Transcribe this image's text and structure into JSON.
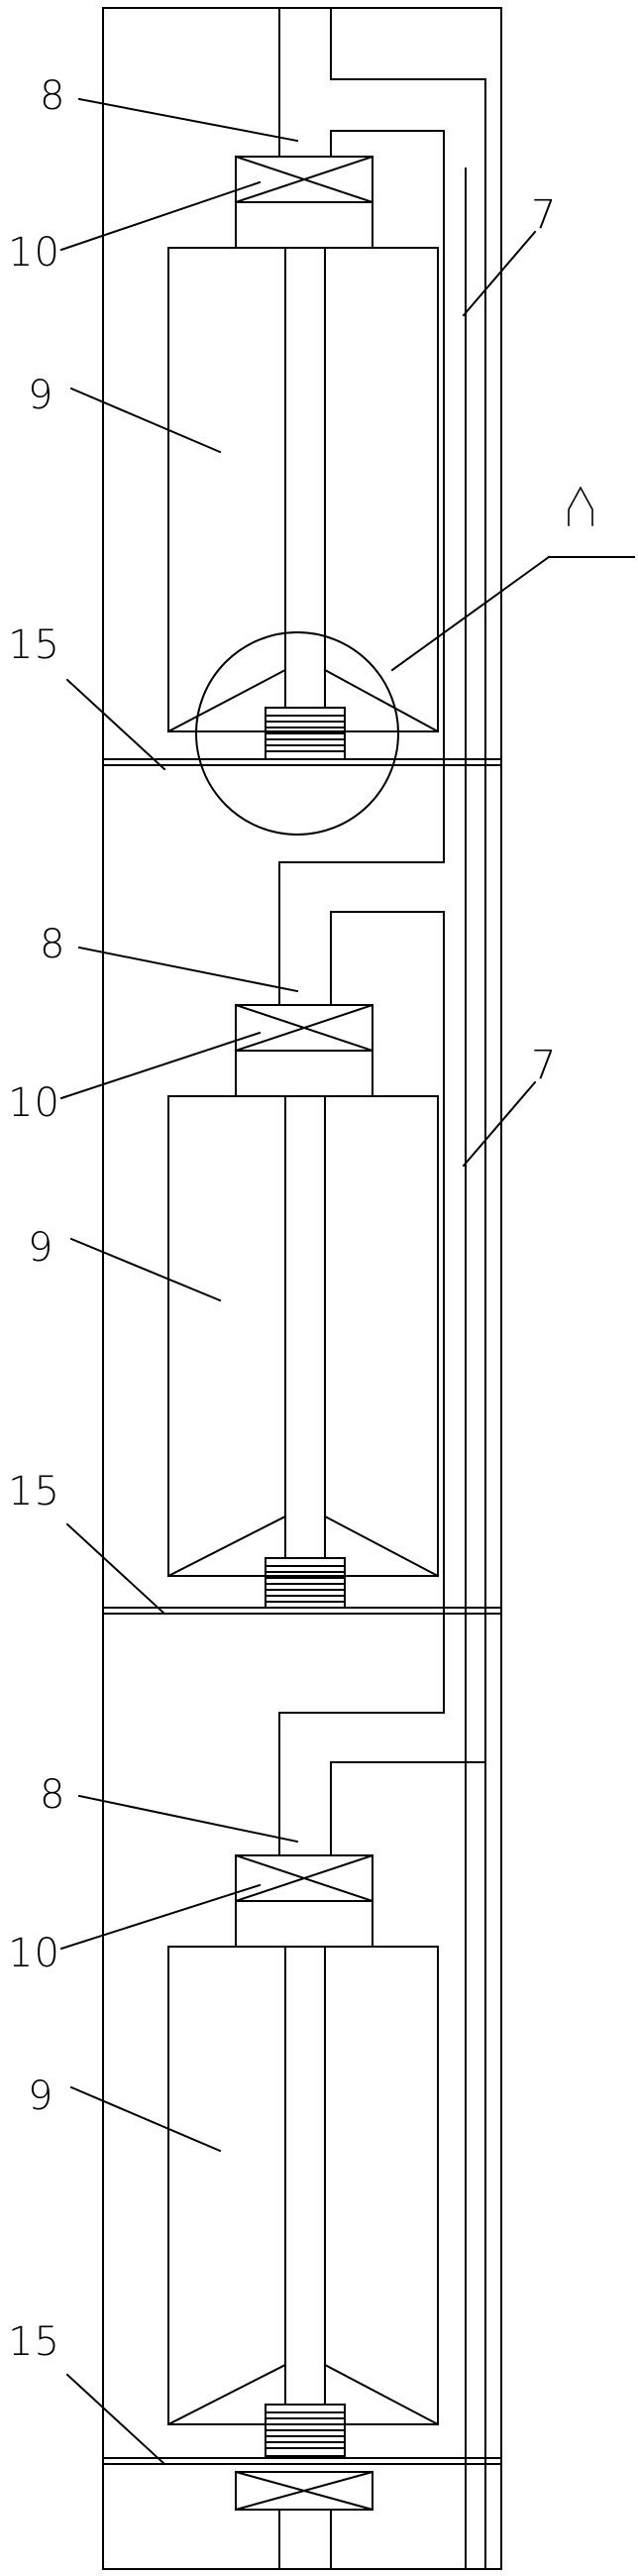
{
  "labels": {
    "upper_separator": "8",
    "valve": "10",
    "body": "9",
    "plate": "15",
    "pipe": "7",
    "detail": "A"
  },
  "colors": {
    "line": "#000000",
    "background": "#ffffff"
  }
}
